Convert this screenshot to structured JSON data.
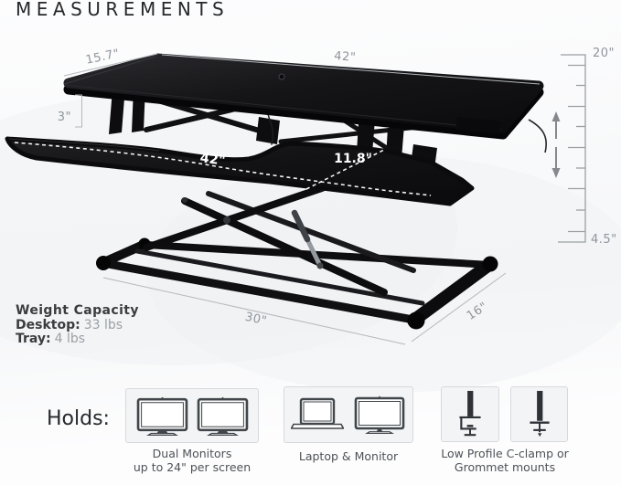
{
  "title": "MEASUREMENTS",
  "dimensions": {
    "top_depth": "15.7\"",
    "top_width": "42\"",
    "raise_height": "20\"",
    "shelf_gap": "3\"",
    "tray_width": "42\"",
    "tray_depth": "11.8\"",
    "lowered_height": "4.5\"",
    "base_length": "30\"",
    "base_depth": "16\""
  },
  "weight_capacity": {
    "title": "Weight Capacity",
    "desktop_label": "Desktop:",
    "desktop_value": "33 lbs",
    "tray_label": "Tray:",
    "tray_value": "4 lbs"
  },
  "holds": {
    "label": "Holds:",
    "items": [
      {
        "icons": [
          "monitor-icon",
          "monitor-icon"
        ],
        "caption_line1": "Dual Monitors",
        "caption_line2": "up to 24\" per screen"
      },
      {
        "icons": [
          "laptop-icon",
          "monitor-icon"
        ],
        "caption_line1": "Laptop & Monitor"
      },
      {
        "icons": [
          "c-clamp-icon",
          "grommet-mount-icon"
        ],
        "caption_line1": "Low Profile C-clamp or",
        "caption_line2": "Grommet mounts"
      }
    ]
  },
  "colors": {
    "product_black": "#101013",
    "dimension_line": "#b4b8bc",
    "dimension_text": "#8f959b",
    "tray_label_text": "#ffffff",
    "text_dark": "#3a3d40",
    "text_gray": "#9aa0a5",
    "caption_text": "#4d5257",
    "box_background": "#f3f4f6",
    "box_border": "#d7d9dc"
  }
}
